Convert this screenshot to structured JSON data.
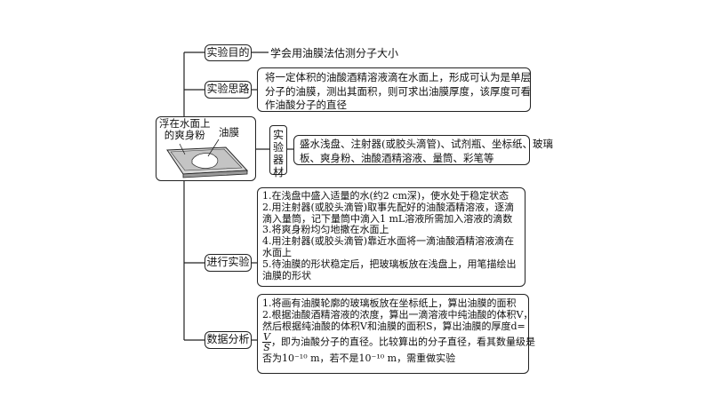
{
  "illustration": {
    "label_powder_line1": "浮在水面上",
    "label_powder_line2": "的爽身粉",
    "label_film": "油膜"
  },
  "purpose": {
    "label": "实验目的",
    "text": "学会用油膜法估测分子大小"
  },
  "idea": {
    "label": "实验思路",
    "lines": [
      "将一定体积的油酸酒精溶液滴在水面上，形成可认为是单层",
      "分子的油膜，测出其面积，则可求出油膜厚度，该厚度可看",
      "作油酸分子的直径"
    ]
  },
  "equipment": {
    "label_chars": [
      "实",
      "验",
      "器",
      "材"
    ],
    "lines": [
      "盛水浅盘、注射器(或胶头滴管)、试剂瓶、坐标纸、玻璃",
      "板、爽身粉、油酸酒精溶液、量筒、彩笔等"
    ]
  },
  "procedure": {
    "label": "进行实验",
    "lines": [
      "1.在浅盘中盛入适量的水(约2 cm深)，使水处于稳定状态",
      "2.用注射器(或胶头滴管)取事先配好的油酸酒精溶液，逐滴",
      "滴入量筒，记下量筒中滴入1 mL溶液所需加入溶液的滴数",
      "3.将爽身粉均匀地撒在水面上",
      "4.用注射器(或胶头滴管)靠近水面将一滴油酸酒精溶液滴在",
      "水面上",
      "5.待油膜的形状稳定后，把玻璃板放在浅盘上，用笔描绘出",
      "油膜的形状"
    ]
  },
  "analysis": {
    "label": "数据分析",
    "line1": "1.将画有油膜轮廓的玻璃板放在坐标纸上，算出油膜的面积",
    "line2": "2.根据油酸酒精溶液的浓度，算出一滴溶液中纯油酸的体积V，",
    "line3": "然后根据纯油酸的体积V和油膜的面积S，算出油膜的厚度d=",
    "frac_num": "V",
    "frac_den": "S",
    "line4_after_frac": "，即为油酸分子的直径。比较算出的分子直径，看其数量级是",
    "line5": "否为10⁻¹⁰ m，若不是10⁻¹⁰ m，需重做实验"
  }
}
